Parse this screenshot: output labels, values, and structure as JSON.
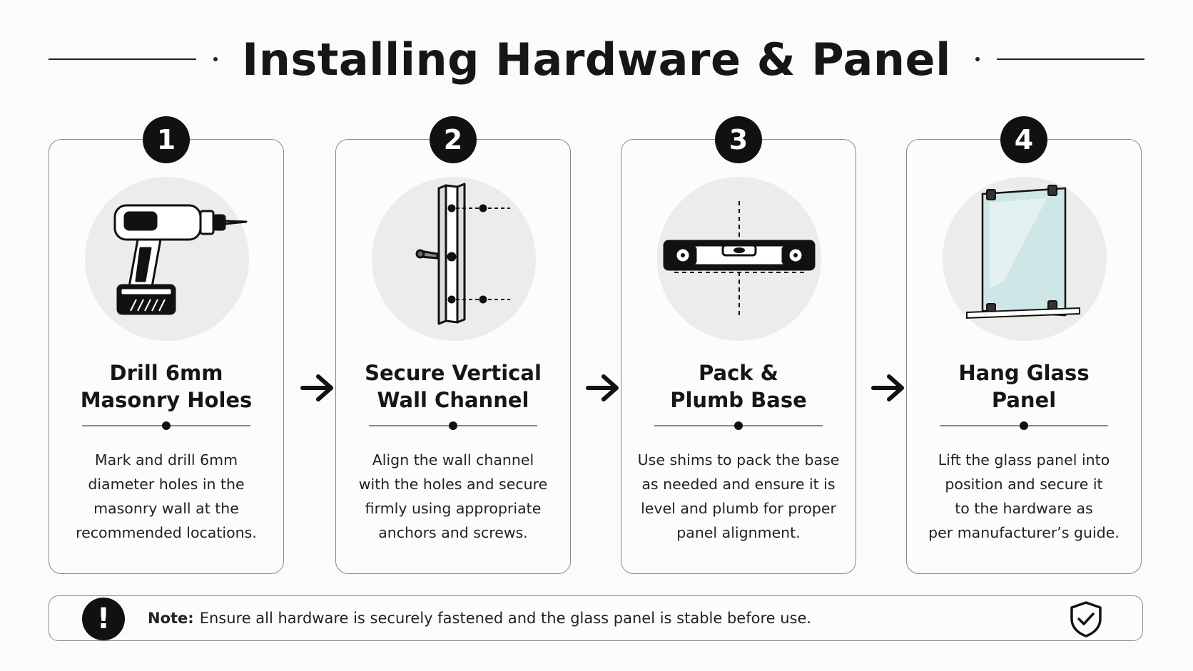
{
  "title": "Installing Hardware & Panel",
  "steps": [
    {
      "number": "1",
      "title": "Drill 6mm\nMasonry Holes",
      "description": "Mark and drill 6mm\ndiameter holes in the\nmasonry wall at the\nrecommended locations.",
      "icon": "drill-icon"
    },
    {
      "number": "2",
      "title": "Secure Vertical\nWall Channel",
      "description": "Align the wall channel\nwith the holes and secure\nfirmly using appropriate\nanchors and screws.",
      "icon": "wall-channel-icon"
    },
    {
      "number": "3",
      "title": "Pack &\nPlumb Base",
      "description": "Use shims to pack the base\nas needed and ensure it is\nlevel and plumb for proper\npanel alignment.",
      "icon": "spirit-level-icon"
    },
    {
      "number": "4",
      "title": "Hang Glass\nPanel",
      "description": "Lift the glass panel into\nposition and secure it\nto the hardware as\nper manufacturer’s guide.",
      "icon": "glass-panel-icon"
    }
  ],
  "note": {
    "icon_text": "!",
    "label": "Note:",
    "text": "Ensure all hardware is securely fastened and the glass panel is stable before use.",
    "icon": "shield-check-icon"
  },
  "colors": {
    "ink": "#111111",
    "circle_bg": "#ececea",
    "glass": "#cfe6e6"
  }
}
